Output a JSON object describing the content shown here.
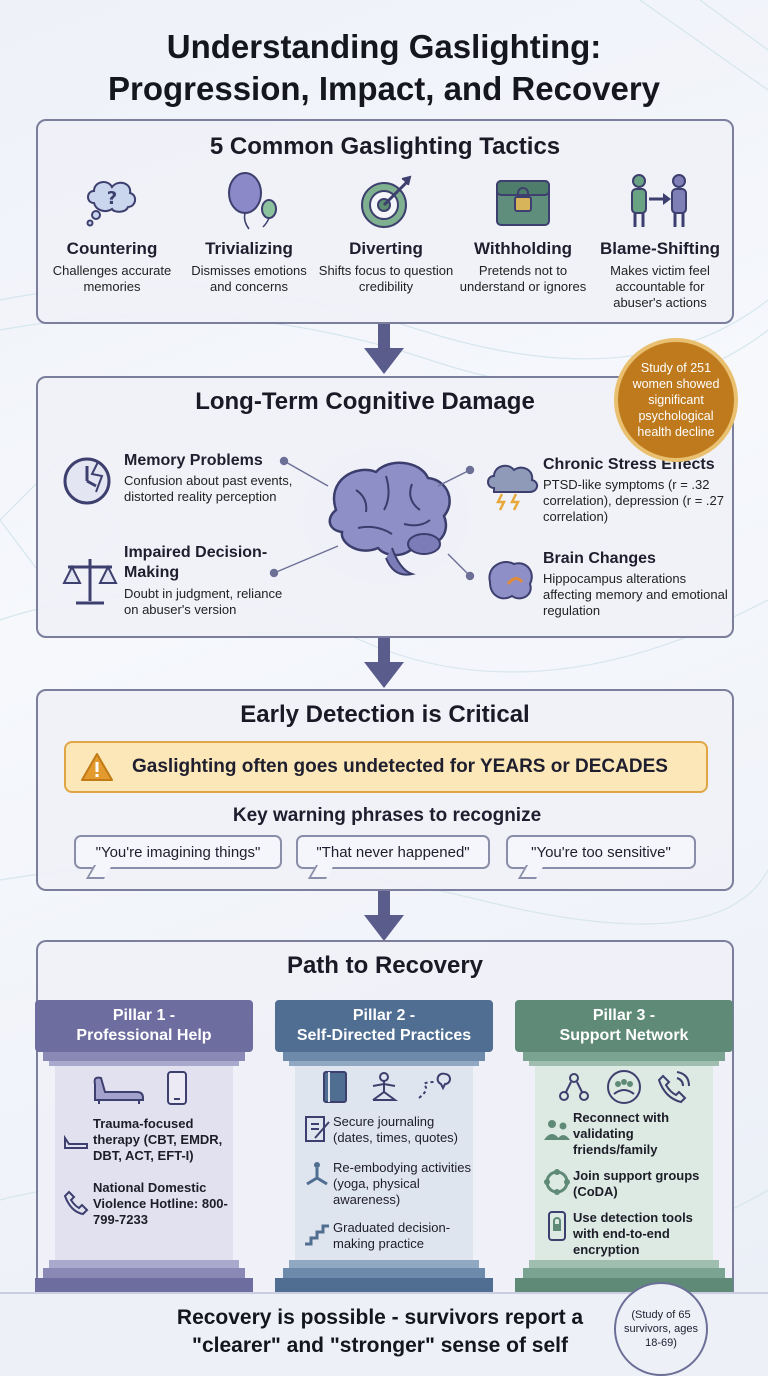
{
  "title_line1": "Understanding Gaslighting:",
  "title_line2": "Progression, Impact, and Recovery",
  "tactics": {
    "heading": "5 Common Gaslighting Tactics",
    "items": [
      {
        "name": "Countering",
        "desc": "Challenges accurate memories",
        "icon": "thought-bubble-question-icon"
      },
      {
        "name": "Trivializing",
        "desc": "Dismisses emotions and concerns",
        "icon": "deflating-balloon-icon"
      },
      {
        "name": "Diverting",
        "desc": "Shifts focus to question credibility",
        "icon": "target-arrow-icon"
      },
      {
        "name": "Withholding",
        "desc": "Pretends not to understand or ignores",
        "icon": "locked-chest-icon"
      },
      {
        "name": "Blame-Shifting",
        "desc": "Makes victim feel accountable for abuser's actions",
        "icon": "blame-arrow-people-icon"
      }
    ]
  },
  "cognitive": {
    "heading": "Long-Term Cognitive Damage",
    "study_badge": "Study of 251 women showed significant psychological health decline",
    "items": [
      {
        "title": "Memory Problems",
        "desc": "Confusion about past events, distorted reality perception",
        "icon": "broken-clock-icon"
      },
      {
        "title": "Impaired Decision-Making",
        "desc": "Doubt in judgment, reliance on abuser's version",
        "icon": "scales-icon"
      },
      {
        "title": "Chronic Stress Effects",
        "desc": "PTSD-like symptoms (r = .32 correlation), depression (r = .27 correlation)",
        "icon": "storm-cloud-icon"
      },
      {
        "title": "Brain Changes",
        "desc": "Hippocampus alterations affecting memory and emotional regulation",
        "icon": "brain-hippocampus-icon"
      }
    ]
  },
  "detection": {
    "heading": "Early Detection is Critical",
    "alert": "Gaslighting often goes undetected for YEARS or DECADES",
    "subheading": "Key warning phrases to recognize",
    "phrases": [
      "\"You're imagining things\"",
      "\"That never happened\"",
      "\"You're too sensitive\""
    ]
  },
  "recovery": {
    "heading": "Path to Recovery",
    "pillars": [
      {
        "head_line1": "Pillar 1 -",
        "head_line2": "Professional Help",
        "color": "#6e6d9f",
        "items": [
          {
            "text": "Trauma-focused therapy (CBT, EMDR, DBT, ACT, EFT-I)",
            "icon": "therapy-couch-icon"
          },
          {
            "text": "National Domestic Violence Hotline: 800-799-7233",
            "icon": "phone-icon"
          }
        ]
      },
      {
        "head_line1": "Pillar 2 -",
        "head_line2": "Self-Directed Practices",
        "color": "#4f6e92",
        "items": [
          {
            "text": "Secure journaling (dates, times, quotes)",
            "icon": "journal-icon"
          },
          {
            "text": "Re-embodying activities (yoga, physical awareness)",
            "icon": "yoga-icon"
          },
          {
            "text": "Graduated decision-making practice",
            "icon": "steps-icon"
          }
        ]
      },
      {
        "head_line1": "Pillar 3 -",
        "head_line2": "Support Network",
        "color": "#5f8a78",
        "items": [
          {
            "text": "Reconnect with validating friends/family",
            "icon": "people-icon"
          },
          {
            "text": "Join support groups (CoDA)",
            "icon": "group-circle-icon"
          },
          {
            "text": "Use detection tools with end-to-end encryption",
            "icon": "secure-phone-icon"
          }
        ]
      }
    ]
  },
  "footer": {
    "line1": "Recovery is possible - survivors report a",
    "line2": "\"clearer\" and \"stronger\" sense of self",
    "badge": "(Study of 65 survivors, ages 18-69)"
  }
}
